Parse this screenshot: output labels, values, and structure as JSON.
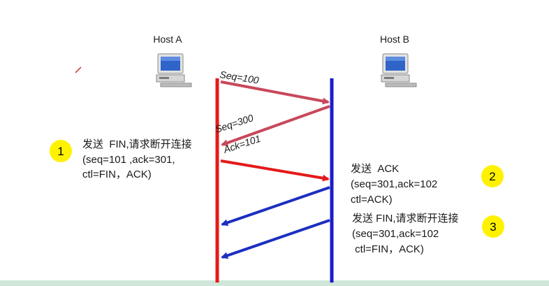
{
  "colors": {
    "host_a_line": "#e41a1a",
    "host_b_line": "#1c1cc8",
    "arrow_red": "#e41a1a",
    "arrow_dark_red": "#c8485a",
    "arrow_blue": "#1c2fc0",
    "badge_fill": "#fff200",
    "bottom_strip": "#cfe6d9"
  },
  "hosts": {
    "a": {
      "label": "Host A",
      "icon": "computer-icon"
    },
    "b": {
      "label": "Host B",
      "icon": "computer-icon"
    }
  },
  "arrows": {
    "seq100": "Seq=100",
    "seq300": "Seq=300",
    "ack101": "Ack=101"
  },
  "steps": [
    {
      "number": "1",
      "lines": [
        "发送  FIN,请求断开连接",
        "(seq=101 ,ack=301,",
        "ctl=FIN，ACK)"
      ]
    },
    {
      "number": "2",
      "lines": [
        "发送  ACK",
        "(seq=301,ack=102",
        "ctl=ACK)"
      ]
    },
    {
      "number": "3",
      "lines": [
        "发送 FIN,请求断开连接",
        "(seq=301,ack=102",
        " ctl=FIN，ACK)"
      ]
    }
  ]
}
